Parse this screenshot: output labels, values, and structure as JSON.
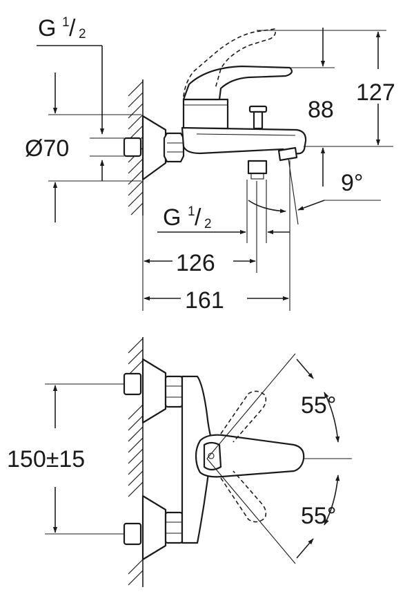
{
  "side_view": {
    "thread_inlet": {
      "base": "G",
      "num": "1",
      "den": "2"
    },
    "diameter": "Ø70",
    "height_88": "88",
    "height_127": "127",
    "angle": "9°",
    "thread_outlet": {
      "base": "G",
      "num": "1",
      "den": "2"
    },
    "depth_126": "126",
    "depth_161": "161"
  },
  "top_view": {
    "spacing": "150±15",
    "angle_upper": "55°",
    "angle_lower": "55°"
  }
}
